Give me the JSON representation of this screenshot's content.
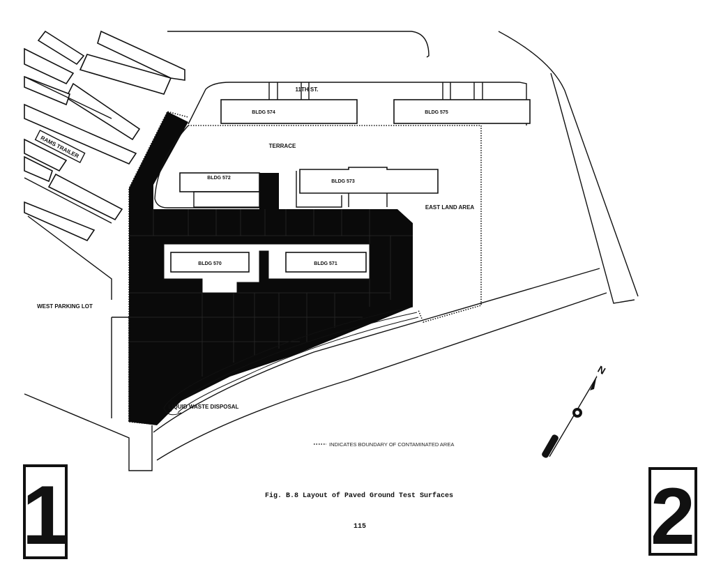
{
  "map": {
    "street": "11TH ST.",
    "buildings": [
      "BLDG 574",
      "BLDG 575",
      "BLDG 572",
      "BLDG 573",
      "BLDG 570",
      "BLDG 571"
    ],
    "areas": {
      "terrace": "TERRACE",
      "east_land": "EAST LAND AREA",
      "west_parking": "WEST PARKING LOT",
      "liquid_waste": "LIQUID WASTE DISPOSAL",
      "rams_trailer": "RAMS TRAILER"
    },
    "legend": "INDICATES BOUNDARY OF CONTAMINATED AREA",
    "north": "N"
  },
  "caption": "Fig. B.8  Layout of Paved Ground Test Surfaces",
  "page_number": "115",
  "corner_marks": [
    "1",
    "2"
  ]
}
